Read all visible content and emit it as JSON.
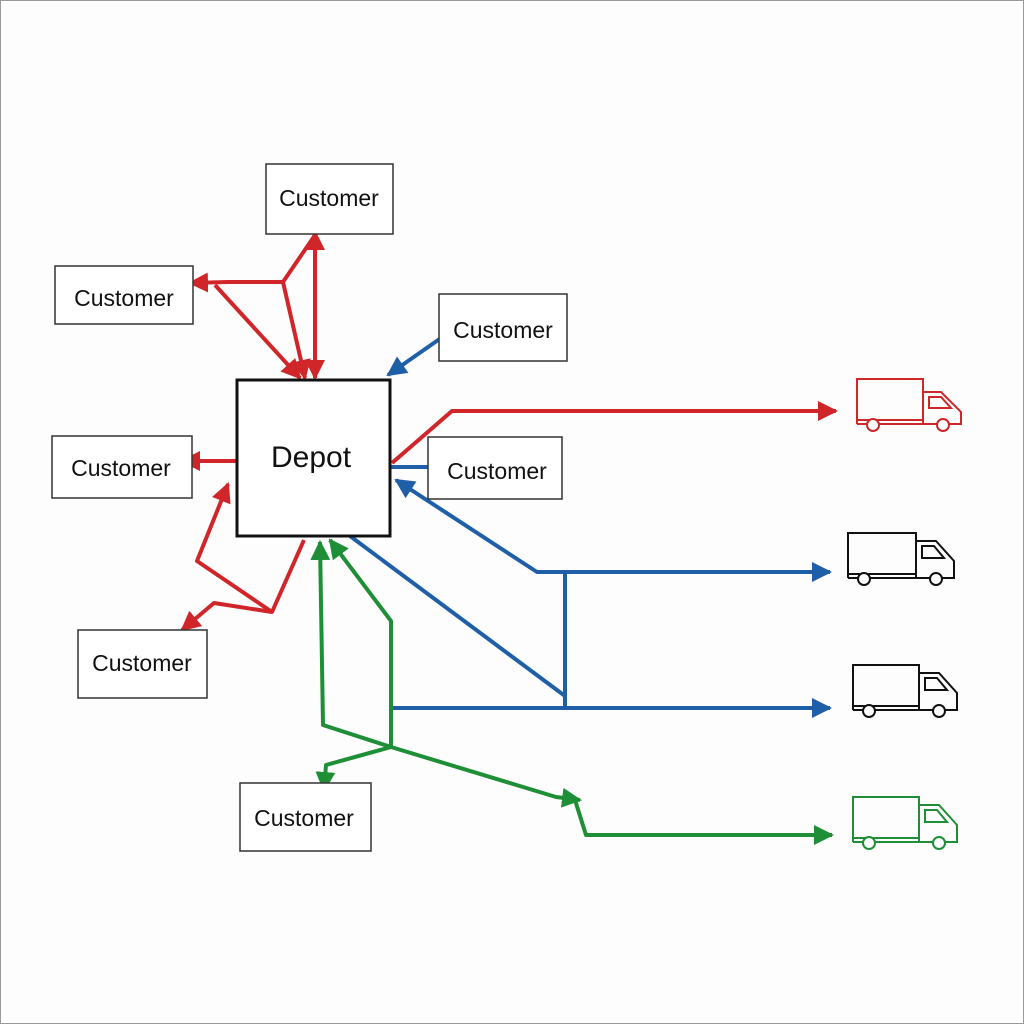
{
  "diagram": {
    "depot": {
      "label": "Depot"
    },
    "customers": [
      {
        "id": "c1",
        "label": "Customer"
      },
      {
        "id": "c2",
        "label": "Customer"
      },
      {
        "id": "c3",
        "label": "Customer"
      },
      {
        "id": "c4",
        "label": "Customer"
      },
      {
        "id": "c5",
        "label": "Customer"
      },
      {
        "id": "c6",
        "label": "Customer"
      },
      {
        "id": "c7",
        "label": "Customer"
      }
    ],
    "route_colors": {
      "red": "#d0262a",
      "blue": "#1f5fa8",
      "green": "#1e8f36",
      "black": "#111111"
    },
    "vehicles": [
      {
        "id": "truck-red",
        "color": "#d0262a",
        "icon": "truck-icon"
      },
      {
        "id": "truck-black-1",
        "color": "#111111",
        "icon": "truck-icon"
      },
      {
        "id": "truck-black-2",
        "color": "#111111",
        "icon": "truck-icon"
      },
      {
        "id": "truck-green",
        "color": "#1e8f36",
        "icon": "truck-icon"
      }
    ]
  }
}
